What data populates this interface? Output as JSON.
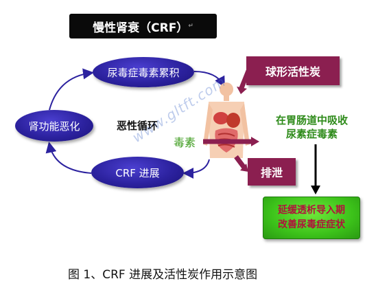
{
  "title": "慢性肾衰（CRF）",
  "nodes": {
    "uremic_toxin_accumulation": "尿毒症毒素累积",
    "renal_function_worsening": "肾功能恶化",
    "crf_progression": "CRF 进展",
    "vicious_cycle": "恶性循环",
    "toxin": "毒素",
    "spherical_activated_carbon": "球形活性炭",
    "excretion": "排泄",
    "absorb_line1": "在胃肠道中吸收",
    "absorb_line2": "尿素症毒素",
    "effect_line1": "延缓透析导入期",
    "effect_line2": "改善尿毒症症状"
  },
  "caption": "图 1、CRF 进展及活性炭作用示意图",
  "watermark": "www.gltft.com",
  "paragraph_mark": "↵",
  "colors": {
    "ellipse_blue": "#2c229f",
    "maroon_box": "#8b1f50",
    "green_box": "#3cc21a",
    "green_text": "#2e8b1a",
    "effect_text": "#b0123c"
  }
}
